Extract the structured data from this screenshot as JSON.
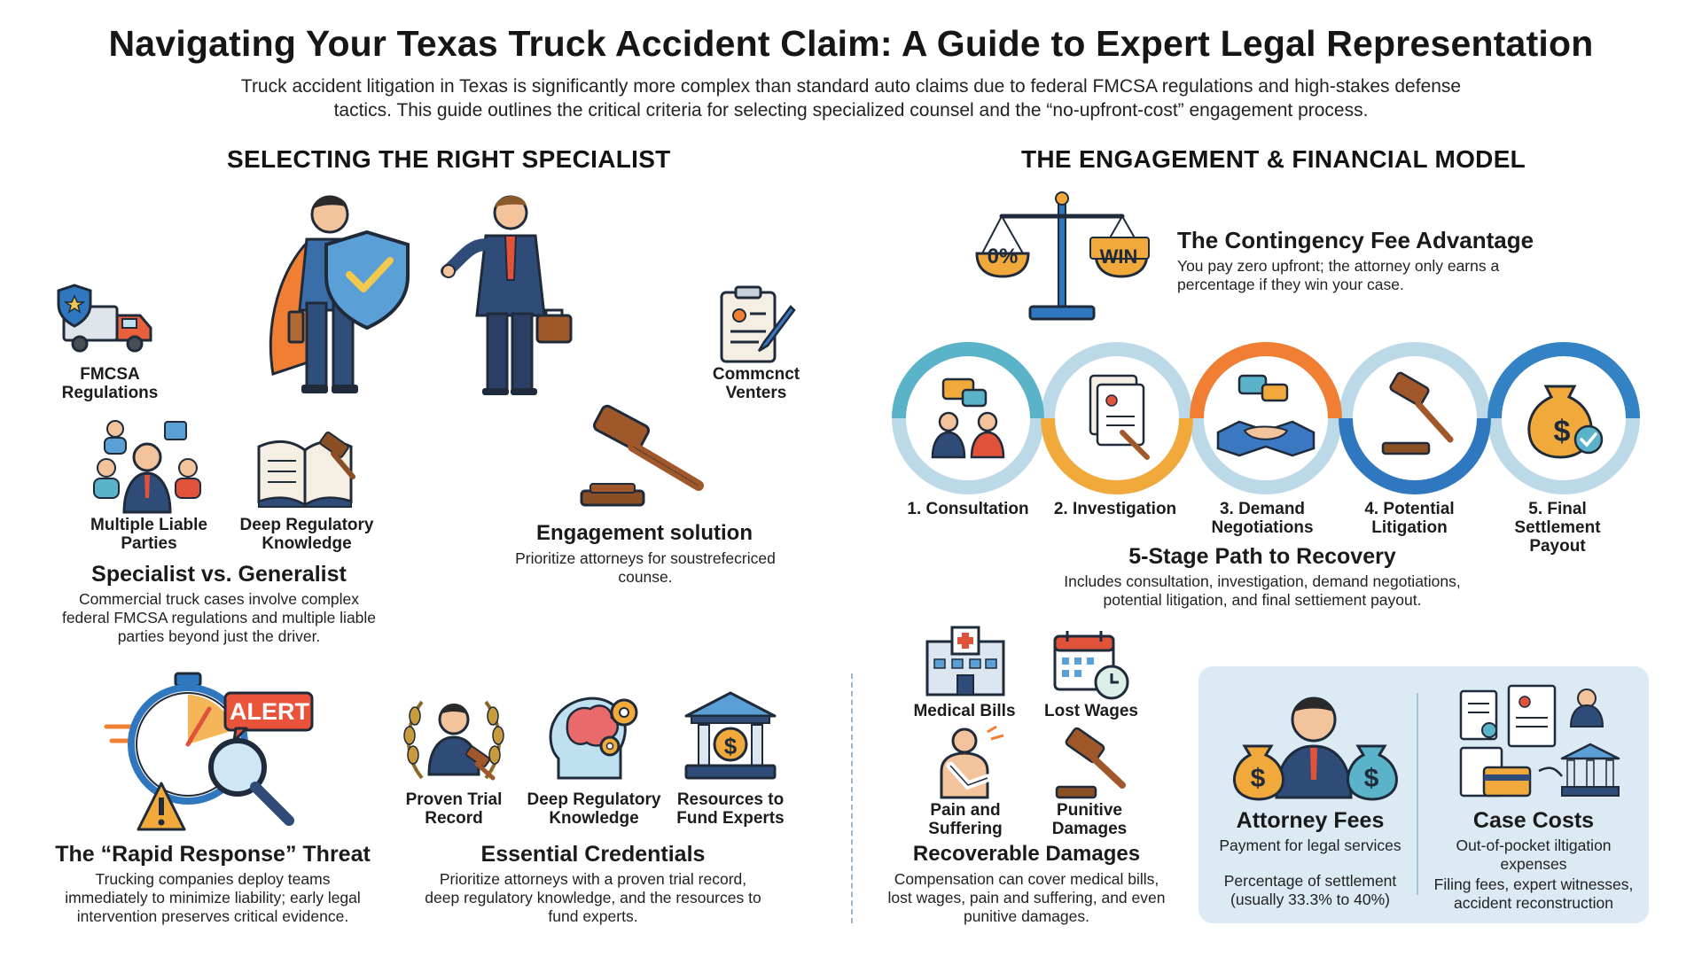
{
  "header": {
    "title": "Navigating Your Texas Truck Accident Claim: A Guide to Expert Legal Representation",
    "subtitle": "Truck accident litigation in Texas is significantly more complex than standard auto claims due to federal FMCSA regulations and high-stakes defense tactics. This guide outlines the critical criteria for selecting specialized counsel and the “no-upfront-cost” engagement process."
  },
  "left": {
    "section_title": "SELECTING THE RIGHT SPECIALIST",
    "fmcsa_label": "FMCSA Regulations",
    "contract_label": "Commcnct Venters",
    "multiple_parties_label": "Multiple Liable Parties",
    "deep_knowledge_label": "Deep Regulatory Knowledge",
    "specialist": {
      "heading": "Specialist vs. Generalist",
      "body": "Commercial truck cases involve complex federal FMCSA regulations and multiple liable parties beyond just the driver."
    },
    "engagement": {
      "heading": "Engagement solution",
      "body": "Prioritize attorneys for soustrefecriced counse."
    },
    "alert_text": "ALERT",
    "rapid": {
      "heading": "The “Rapid Response” Threat",
      "body": "Trucking companies deploy teams immediately to minimize liability; early legal intervention preserves critical evidence."
    },
    "credentials": {
      "items": [
        "Proven Trial Record",
        "Deep Regulatory Knowledge",
        "Resources to Fund Experts"
      ],
      "heading": "Essential Credentials",
      "body": "Prioritize attorneys with a proven trial record, deep regulatory knowledge, and the resources to fund experts."
    }
  },
  "right": {
    "section_title": "THE ENGAGEMENT & FINANCIAL MODEL",
    "scale_left": "0%",
    "scale_right": "WIN",
    "contingency": {
      "heading": "The Contingency Fee Advantage",
      "body": "You pay zero upfront; the attorney only earns a percentage if they win your case."
    },
    "stages": [
      {
        "label": "1. Consultation",
        "color": "#5ab3c9"
      },
      {
        "label": "2. Investigation",
        "color": "#f2a93b"
      },
      {
        "label": "3. Demand Negotiations",
        "color": "#f07f34"
      },
      {
        "label": "4. Potential Litigation",
        "color": "#2f77bf"
      },
      {
        "label": "5. Final Settlement Payout",
        "color": "#3282c4"
      }
    ],
    "path": {
      "heading": "5-Stage Path to Recovery",
      "body": "Includes consultation, investigation, demand negotiations, potential litigation, and final settiement payout."
    },
    "damages": {
      "items": [
        "Medical Bills",
        "Lost Wages",
        "Pain and Suffering",
        "Punitive Damages"
      ],
      "heading": "Recoverable Damages",
      "body": "Compensation can cover medical bills, lost wages, pain and suffering, and even punitive damages."
    },
    "fees": {
      "heading": "Attorney Fees",
      "line1": "Payment for legal services",
      "line2": "Percentage of settlement (usually 33.3% to 40%)"
    },
    "costs": {
      "heading": "Case Costs",
      "line1": "Out-of-pocket iltigation expenses",
      "line2": "Filing fees, expert witnesses, accident reconstruction"
    }
  },
  "colors": {
    "navy": "#1f3a66",
    "orange": "#f07f34",
    "gold": "#f2a93b",
    "teal": "#5ab3c9",
    "blue": "#2f77bf",
    "panel": "#dceaf4"
  }
}
